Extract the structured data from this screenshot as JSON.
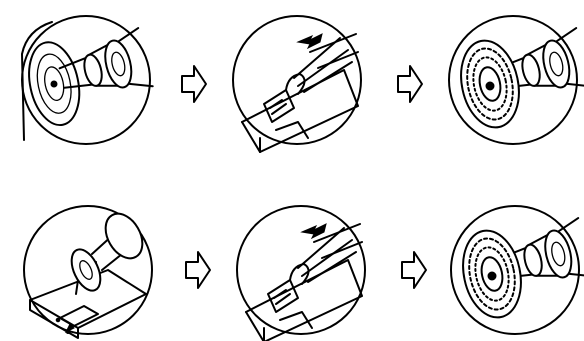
{
  "diagram": {
    "rows": [
      {
        "id": "row-1",
        "steps": [
          {
            "name": "step-1-1",
            "illustration": "grinding-wheel-new"
          },
          {
            "name": "step-1-2",
            "illustration": "chisel-being-struck"
          },
          {
            "name": "step-1-3",
            "illustration": "grinding-wheel-dressed"
          }
        ]
      },
      {
        "id": "row-2",
        "steps": [
          {
            "name": "step-2-1",
            "illustration": "wheel-grinding-workpiece"
          },
          {
            "name": "step-2-2",
            "illustration": "chisel-being-struck"
          },
          {
            "name": "step-2-3",
            "illustration": "grinding-wheel-dressed"
          }
        ]
      }
    ],
    "connector_icon": "arrow-right-outline-icon",
    "ink_color": "#000000",
    "background_color": "#ffffff"
  }
}
